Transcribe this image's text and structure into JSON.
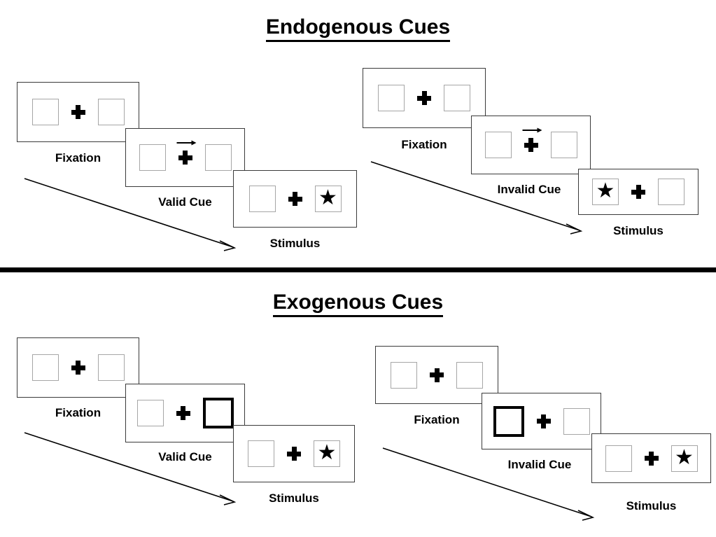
{
  "sections": [
    {
      "id": "endogenous",
      "title": "Endogenous Cues",
      "sequences": [
        {
          "id": "endogenous-valid",
          "condition": "Valid Cue",
          "frames": [
            {
              "label": "Fixation",
              "cue": "none",
              "left": "empty",
              "right": "empty"
            },
            {
              "label": "Valid Cue",
              "cue": "arrow-right",
              "left": "empty",
              "right": "empty"
            },
            {
              "label": "Stimulus",
              "cue": "none",
              "left": "empty",
              "right": "star"
            }
          ]
        },
        {
          "id": "endogenous-invalid",
          "condition": "Invalid Cue",
          "frames": [
            {
              "label": "Fixation",
              "cue": "none",
              "left": "empty",
              "right": "empty"
            },
            {
              "label": "Invalid Cue",
              "cue": "arrow-right",
              "left": "empty",
              "right": "empty"
            },
            {
              "label": "Stimulus",
              "cue": "none",
              "left": "star",
              "right": "empty"
            }
          ]
        }
      ]
    },
    {
      "id": "exogenous",
      "title": "Exogenous Cues",
      "sequences": [
        {
          "id": "exogenous-valid",
          "condition": "Valid Cue",
          "frames": [
            {
              "label": "Fixation",
              "cue": "none",
              "left": "empty",
              "right": "empty"
            },
            {
              "label": "Valid Cue",
              "cue": "box-highlight-right",
              "left": "empty",
              "right": "highlight"
            },
            {
              "label": "Stimulus",
              "cue": "none",
              "left": "empty",
              "right": "star"
            }
          ]
        },
        {
          "id": "exogenous-invalid",
          "condition": "Invalid Cue",
          "frames": [
            {
              "label": "Fixation",
              "cue": "none",
              "left": "empty",
              "right": "empty"
            },
            {
              "label": "Invalid Cue",
              "cue": "box-highlight-left",
              "left": "highlight",
              "right": "empty"
            },
            {
              "label": "Stimulus",
              "cue": "none",
              "left": "empty",
              "right": "star"
            }
          ]
        }
      ]
    }
  ],
  "glyphs": {
    "star": "★",
    "fixation_cross": "fixation-cross-icon",
    "cue_arrow": "arrow-right-icon",
    "time_arrow": "time-progression-arrow-icon"
  },
  "colors": {
    "ink": "#000000",
    "frame_border": "#3a3a3a",
    "box_border": "#a6a6a6",
    "highlight_border": "#000000",
    "background": "#ffffff"
  }
}
